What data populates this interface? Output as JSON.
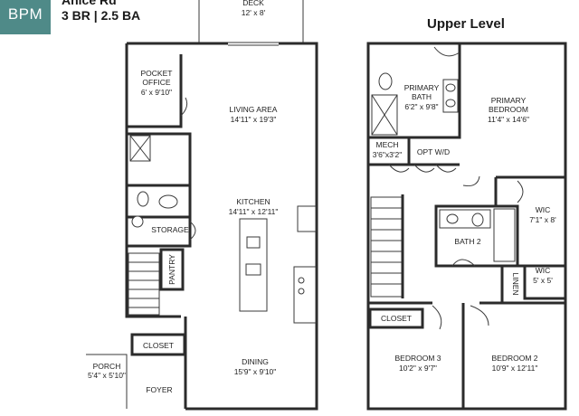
{
  "header": {
    "badge": "BPM",
    "address_partial": "Anice Rd",
    "beds_baths": "3 BR  |  2.5 BA"
  },
  "upper_level_title": "Upper Level",
  "rooms": {
    "deck": {
      "name": "DECK",
      "dims": "12' x 8'"
    },
    "pocket_office": {
      "name1": "POCKET",
      "name2": "OFFICE",
      "dims": "6' x 9'10\""
    },
    "living_area": {
      "name": "LIVING AREA",
      "dims": "14'11\" x 19'3\""
    },
    "kitchen": {
      "name": "KITCHEN",
      "dims": "14'11\" x 12'11\""
    },
    "storage": {
      "name": "STORAGE"
    },
    "pantry": {
      "name": "PANTRY"
    },
    "closet_main": {
      "name": "CLOSET"
    },
    "porch": {
      "name": "PORCH",
      "dims": "5'4\" x 5'10\""
    },
    "foyer": {
      "name": "FOYER"
    },
    "dining": {
      "name": "DINING",
      "dims": "15'9\" x 9'10\""
    },
    "primary_bath": {
      "name1": "PRIMARY",
      "name2": "BATH",
      "dims": "6'2\" x 9'8\""
    },
    "primary_bedroom": {
      "name1": "PRIMARY",
      "name2": "BEDROOM",
      "dims": "11'4\" x 14'6\""
    },
    "mech": {
      "name": "MECH",
      "dims": "3'6\"x3'2\""
    },
    "opt_wd": {
      "name": "OPT W/D"
    },
    "wic_1": {
      "name": "WIC",
      "dims": "7'1\" x 8'"
    },
    "bath_2": {
      "name": "BATH 2"
    },
    "linen": {
      "name": "LINEN"
    },
    "wic_2": {
      "name": "WIC",
      "dims": "5' x 5'"
    },
    "closet_upper": {
      "name": "CLOSET"
    },
    "bedroom_3": {
      "name": "BEDROOM 3",
      "dims": "10'2\" x 9'7\""
    },
    "bedroom_2": {
      "name": "BEDROOM 2",
      "dims": "10'9\" x 12'11\""
    }
  }
}
